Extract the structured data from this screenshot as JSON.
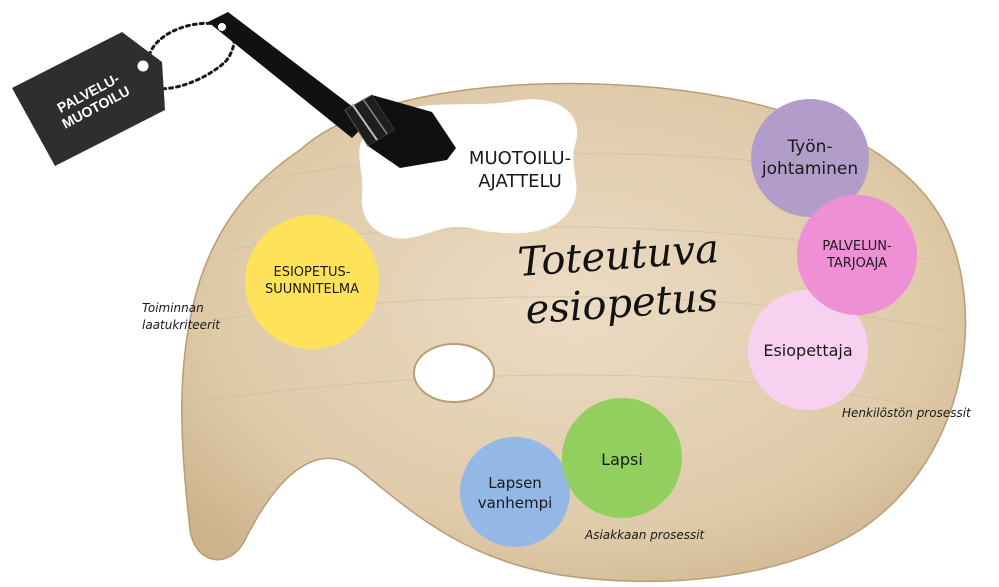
{
  "tag": {
    "label": "PALVELU-\nMUOTOILU"
  },
  "center": {
    "title": "Toteutuva\nesiopetus"
  },
  "design_thinking": {
    "label": "MUOTOILU-\nAJATTELU"
  },
  "circles": [
    {
      "id": "esiopetussuunnitelma",
      "label": "ESIOPETUS-\nSUUNNITELMA",
      "color": "#fde25a"
    },
    {
      "id": "tyonjohtaminen",
      "label": "Työn-\njohtaminen",
      "color": "#b29cc9"
    },
    {
      "id": "palveluntarjoaja",
      "label": "PALVELUN-\nTARJOAJA",
      "color": "#ef8fd6"
    },
    {
      "id": "esiopettaja",
      "label": "Esiopettaja",
      "color": "#f8d1f0"
    },
    {
      "id": "lapsen-vanhempi",
      "label": "Lapsen\nvanhempi",
      "color": "#94b8e6"
    },
    {
      "id": "lapsi",
      "label": "Lapsi",
      "color": "#92cf5f"
    }
  ],
  "notes": {
    "quality": "Toiminnan\nlaatukriteerit",
    "staff": "Henkilöstön prosessit",
    "customer": "Asiakkaan prosessit"
  },
  "colors": {
    "palette": "#e2cfb4",
    "palette_edge": "#c9b290",
    "tag": "#2e2e2e",
    "brush": "#111111"
  }
}
